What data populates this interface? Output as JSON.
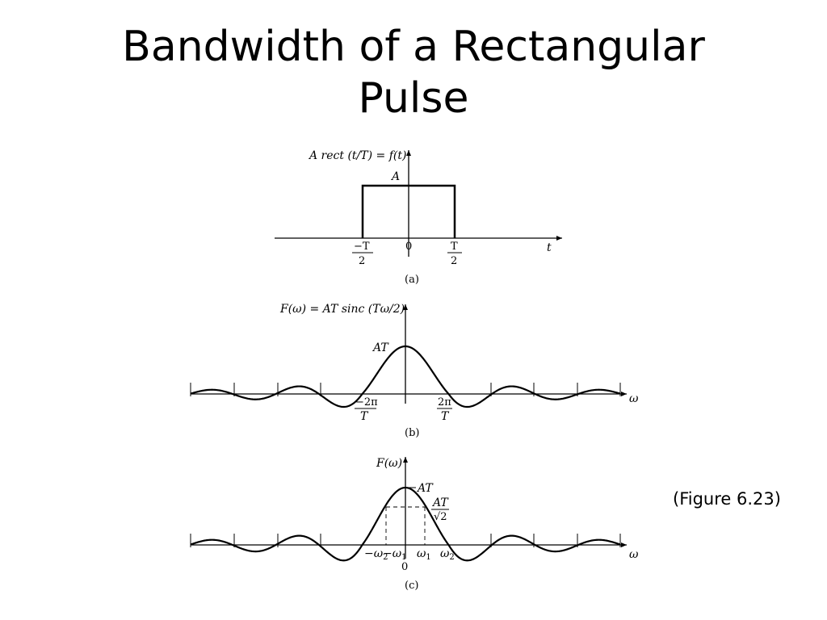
{
  "slide": {
    "title_line1": "Bandwidth of a Rectangular",
    "title_line2": "Pulse",
    "caption": "(Figure 6.23)"
  },
  "figure_a": {
    "ylabel": "A rect (t/T) = f(t)",
    "amplitude_label": "A",
    "left_tick_num": "−T",
    "left_tick_den": "2",
    "origin_label": "0",
    "right_tick_num": "T",
    "right_tick_den": "2",
    "xaxis_label": "t",
    "caption": "(a)"
  },
  "figure_b": {
    "ylabel": "F(ω) = AT sinc (Tω/2)",
    "peak_label": "AT",
    "left_tick_num": "−2π",
    "left_tick_den": "T",
    "right_tick_num": "2π",
    "right_tick_den": "T",
    "xaxis_label": "ω",
    "caption": "(b)"
  },
  "figure_c": {
    "ylabel": "F(ω)",
    "peak_label": "AT",
    "half_num": "AT",
    "half_den": "√2",
    "neg_w2": "−ω",
    "neg_w2_sub": "2",
    "neg_w1": "−ω",
    "neg_w1_sub": "1",
    "w1": "ω",
    "w1_sub": "1",
    "w2": "ω",
    "w2_sub": "2",
    "origin_label": "0",
    "xaxis_label": "ω",
    "caption": "(c)"
  }
}
